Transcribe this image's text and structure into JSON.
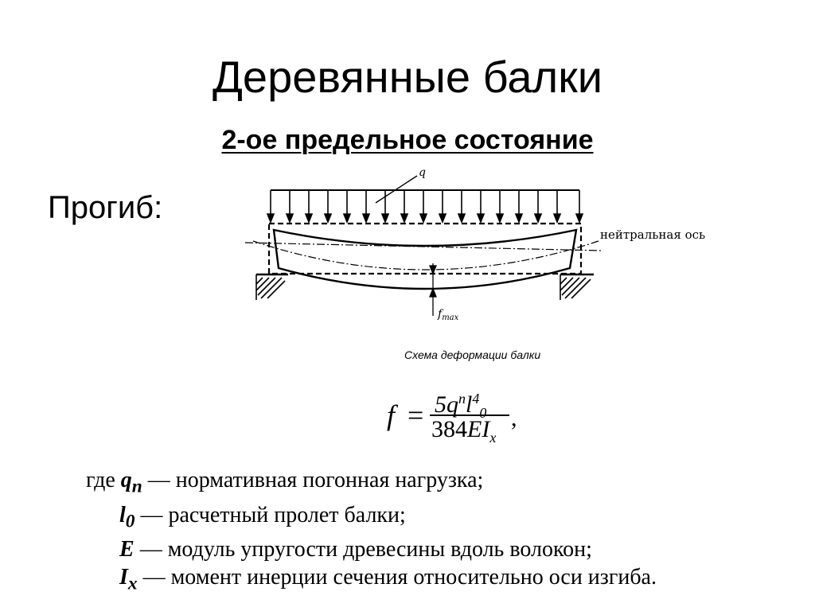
{
  "slide": {
    "title": "Деревянные балки",
    "subtitle": "2-ое предельное состояние",
    "deflection_label": "Прогиб:"
  },
  "diagram": {
    "load_label": "q",
    "neutral_axis_label": "нейтральная ось",
    "fmax_label": "f",
    "fmax_sub": "max",
    "caption": "Схема деформации балки"
  },
  "formula": {
    "lhs": "f",
    "eq": "=",
    "num_main": "5q",
    "num_sup_n": "n",
    "num_l": "l",
    "num_sup_4": "4",
    "num_sub_0": "0",
    "den_main": "384",
    "den_EI": "EI",
    "den_sub_x": "x",
    "comma": ","
  },
  "legend": {
    "items": [
      {
        "prefix": "где ",
        "symbol": "q",
        "sub": "n",
        "text": " — нормативная погонная нагрузка;"
      },
      {
        "prefix": "",
        "symbol": "l",
        "sub": "0",
        "text": " — расчетный пролет балки;"
      },
      {
        "prefix": "",
        "symbol": "E",
        "sub": "",
        "text": " — модуль упругости древесины вдоль волокон;"
      },
      {
        "prefix": "",
        "symbol": "I",
        "sub": "x",
        "text": " — момент инерции сечения относительно оси изгиба."
      }
    ]
  }
}
